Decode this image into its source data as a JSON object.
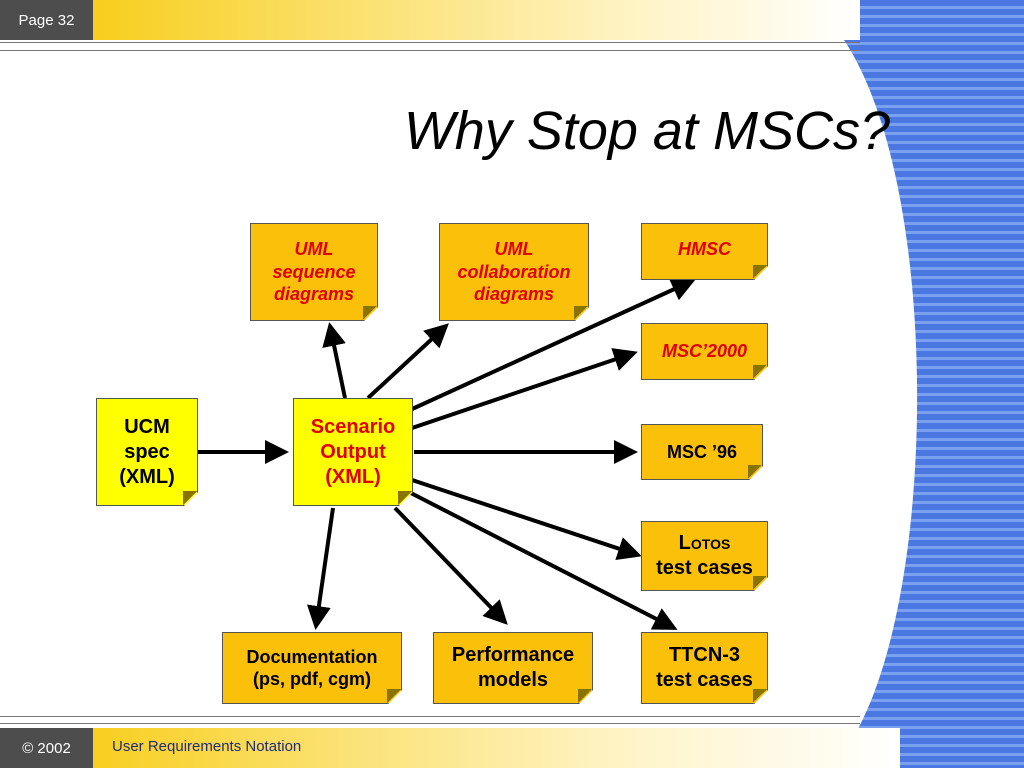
{
  "header": {
    "page_label": "Page 32"
  },
  "slide": {
    "title": "Why Stop at MSCs?"
  },
  "footer": {
    "copyright": "© 2002",
    "text": "User Requirements Notation"
  },
  "diagram": {
    "source": {
      "line1": "UCM",
      "line2": "spec",
      "line3": "(XML)"
    },
    "center": {
      "line1": "Scenario",
      "line2": "Output",
      "line3": "(XML)"
    },
    "uml_sequence": {
      "line1": "UML",
      "line2": "sequence",
      "line3": "diagrams"
    },
    "uml_collaboration": {
      "line1": "UML",
      "line2": "collaboration",
      "line3": "diagrams"
    },
    "hmsc": {
      "line1": "HMSC"
    },
    "msc2000": {
      "line1": "MSC’2000"
    },
    "msc96": {
      "line1": "MSC ’96"
    },
    "lotos": {
      "line1": "Lotos",
      "line2": "test cases"
    },
    "ttcn3": {
      "line1": "TTCN-3",
      "line2": "test cases"
    },
    "performance": {
      "line1": "Performance",
      "line2": "models"
    },
    "documentation": {
      "line1": "Documentation",
      "line2": "(ps, pdf, cgm)"
    }
  }
}
